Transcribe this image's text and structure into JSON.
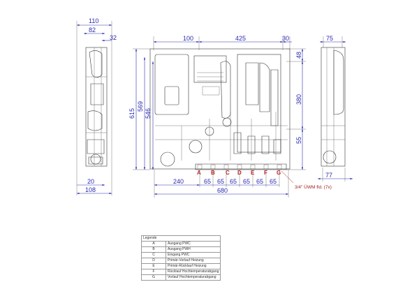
{
  "dimensions": {
    "side_left": {
      "width_total": "110",
      "width_inner": "82",
      "offset": "32",
      "bottom_offset": "20",
      "bottom_width": "108"
    },
    "front": {
      "height_total": "615",
      "height_mid": "569",
      "height_inner": "546",
      "top_left": "100",
      "top_mid": "425",
      "top_right": "30",
      "right_top": "48",
      "right_mid": "380",
      "right_bottom": "55",
      "bottom_left": "240",
      "spacing": [
        "65",
        "65",
        "65",
        "65",
        "65",
        "65"
      ],
      "width_total": "680"
    },
    "side_right": {
      "top_width": "75",
      "bottom_width": "77"
    }
  },
  "connections": [
    "A",
    "B",
    "C",
    "D",
    "E",
    "F",
    "G"
  ],
  "note": "3/4\" ÜWM fld. (7x)",
  "legend": {
    "title": "Legende",
    "rows": [
      {
        "key": "A",
        "label": "Ausgang PWC"
      },
      {
        "key": "B",
        "label": "Ausgang PWH"
      },
      {
        "key": "C",
        "label": "Eingang PWC"
      },
      {
        "key": "D",
        "label": "Primär-Vorlauf Heizung"
      },
      {
        "key": "E",
        "label": "Primär-Rücklauf Heizung"
      },
      {
        "key": "F",
        "label": "Rücklauf Hochtemperaturabgang"
      },
      {
        "key": "G",
        "label": "Vorlauf Hochtemperaturabgang"
      }
    ]
  },
  "colors": {
    "dimension": "#2a2ab0",
    "connection_letter": "#c02020"
  }
}
